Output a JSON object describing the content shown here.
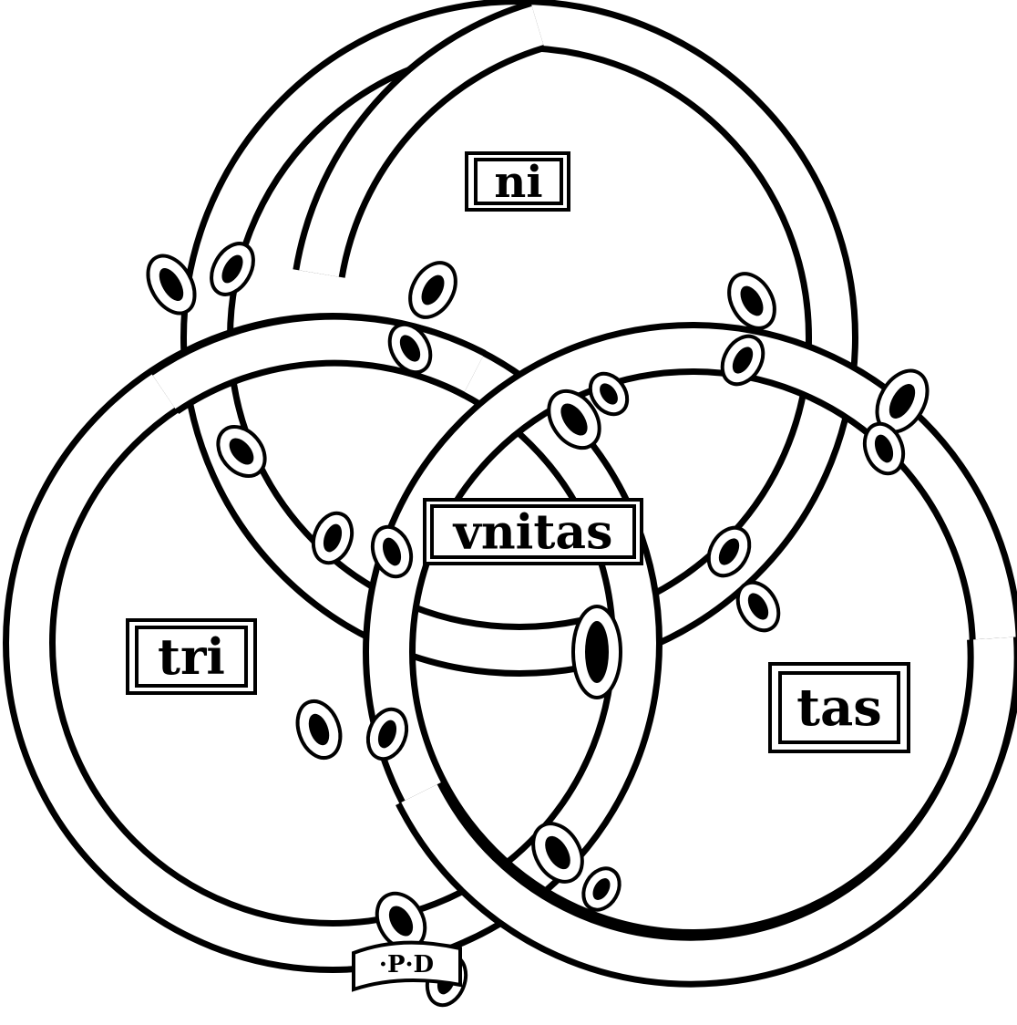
{
  "colors": {
    "ink": "#000000",
    "paper": "#ffffff"
  },
  "labels": {
    "top": "ni",
    "center": "vnitas",
    "left": "tri",
    "right": "tas"
  },
  "signature": "·P·D"
}
